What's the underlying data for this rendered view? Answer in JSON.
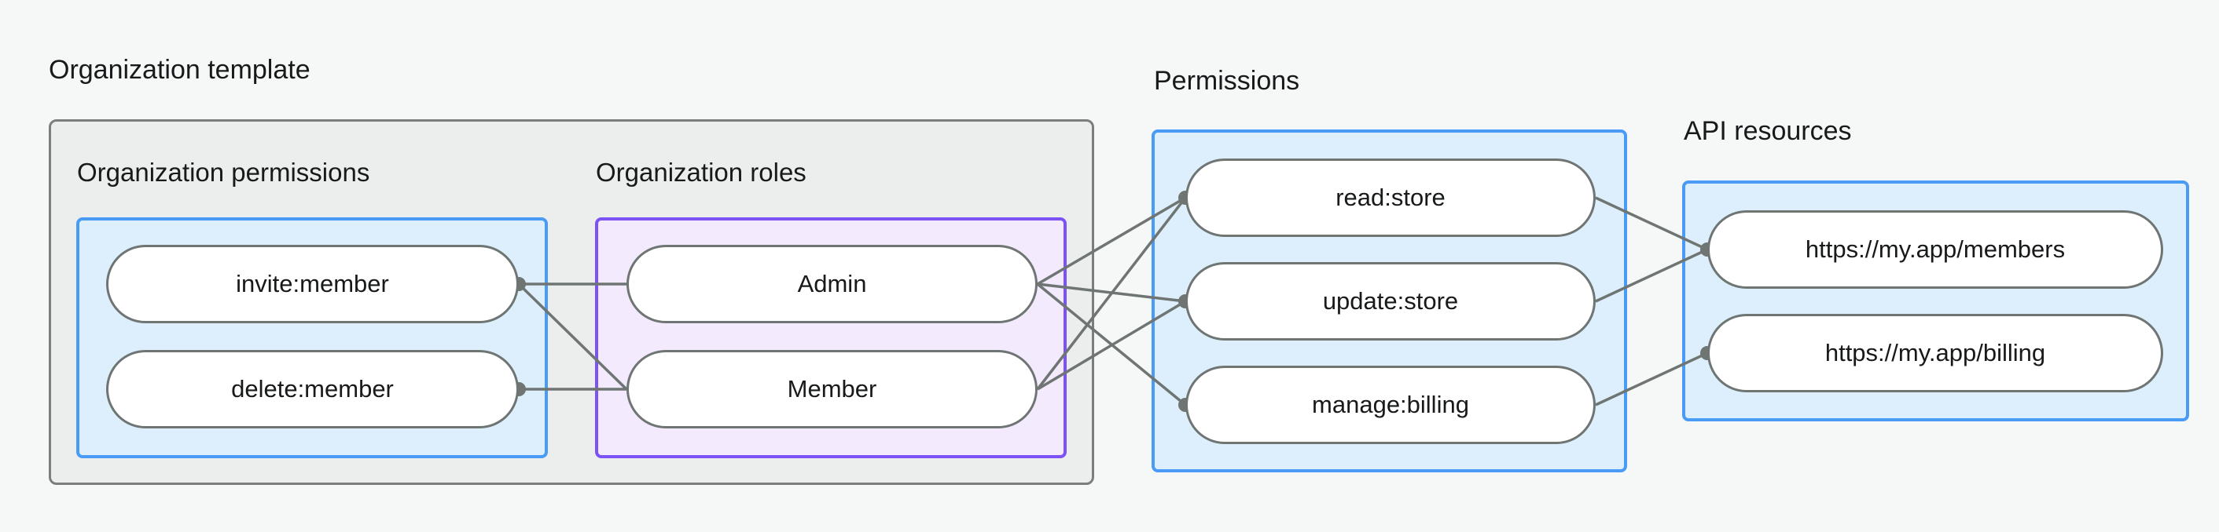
{
  "diagram": {
    "type": "relationship-graph",
    "background_color": "#f6f7f7",
    "groups": [
      {
        "id": "organization-template",
        "label": "Organization template",
        "style": "outer-gray",
        "border_color": "#7a7f7d",
        "fill_color": "#eceeed"
      },
      {
        "id": "organization-permissions",
        "label": "Organization permissions",
        "style": "blue",
        "border_color": "#4a9bf5",
        "fill_color": "#ddeefc"
      },
      {
        "id": "organization-roles",
        "label": "Organization roles",
        "style": "purple",
        "border_color": "#7c52f7",
        "fill_color": "#f3eafd"
      },
      {
        "id": "permissions",
        "label": "Permissions",
        "style": "blue",
        "border_color": "#4a9bf5",
        "fill_color": "#ddeefc"
      },
      {
        "id": "api-resources",
        "label": "API resources",
        "style": "blue",
        "border_color": "#4a9bf5",
        "fill_color": "#ddeefc"
      }
    ],
    "nodes": {
      "organization_permissions": [
        {
          "id": "invite-member",
          "label": "invite:member"
        },
        {
          "id": "delete-member",
          "label": "delete:member"
        }
      ],
      "organization_roles": [
        {
          "id": "admin",
          "label": "Admin"
        },
        {
          "id": "member",
          "label": "Member"
        }
      ],
      "permissions": [
        {
          "id": "read-store",
          "label": "read:store"
        },
        {
          "id": "update-store",
          "label": "update:store"
        },
        {
          "id": "manage-billing",
          "label": "manage:billing"
        }
      ],
      "api_resources": [
        {
          "id": "members-url",
          "label": "https://my.app/members"
        },
        {
          "id": "billing-url",
          "label": "https://my.app/billing"
        }
      ]
    },
    "edges": [
      {
        "from": "invite-member",
        "to": "admin"
      },
      {
        "from": "invite-member",
        "to": "member"
      },
      {
        "from": "delete-member",
        "to": "member"
      },
      {
        "from": "admin",
        "to": "read-store"
      },
      {
        "from": "admin",
        "to": "update-store"
      },
      {
        "from": "admin",
        "to": "manage-billing"
      },
      {
        "from": "member",
        "to": "read-store"
      },
      {
        "from": "member",
        "to": "update-store"
      },
      {
        "from": "read-store",
        "to": "members-url"
      },
      {
        "from": "update-store",
        "to": "members-url"
      },
      {
        "from": "manage-billing",
        "to": "billing-url"
      }
    ],
    "edge_color": "#6e7573",
    "node_border_color": "#6e7573",
    "node_fill_color": "#ffffff",
    "text_color": "#17191b"
  }
}
